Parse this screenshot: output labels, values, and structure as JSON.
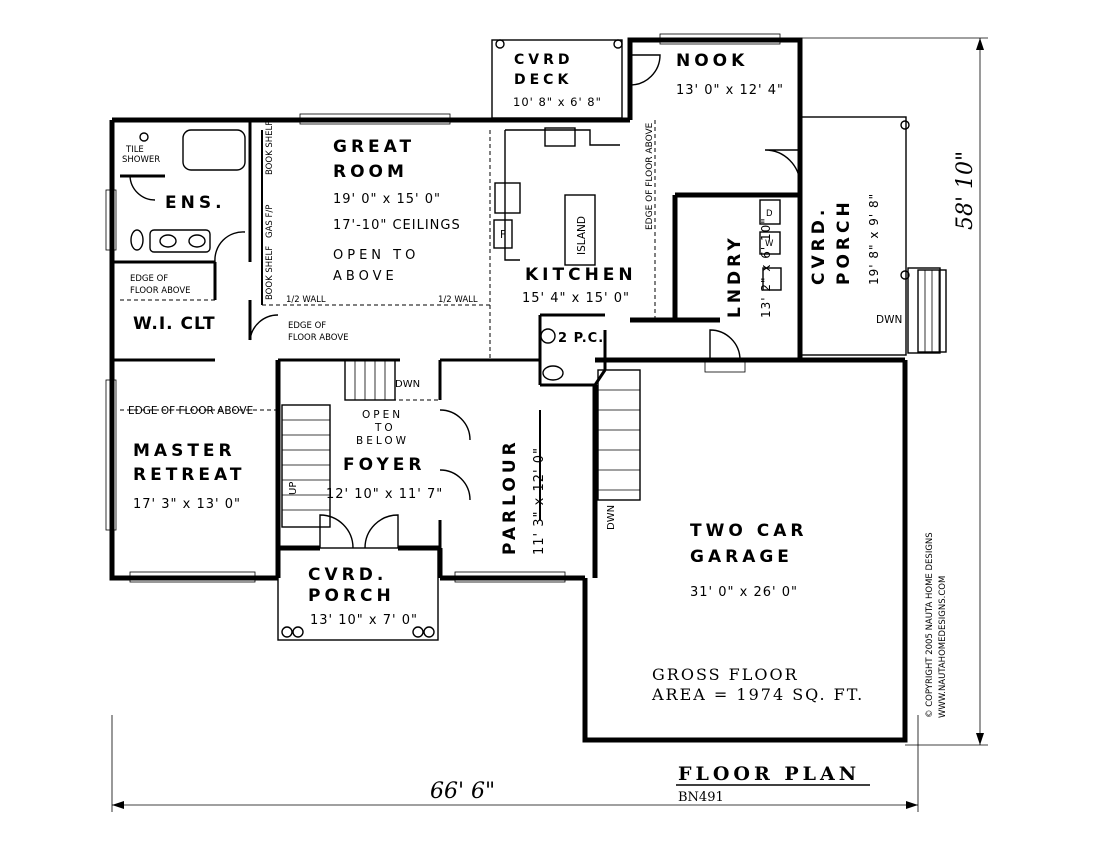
{
  "rooms": {
    "cvrd_deck": {
      "name_1": "CVRD",
      "name_2": "DECK",
      "size": "10' 8\" x 6' 8\""
    },
    "nook": {
      "name": "NOOK",
      "size": "13' 0\" x 12' 4\""
    },
    "great_room": {
      "name_1": "GREAT",
      "name_2": "ROOM",
      "size": "19' 0\" x 15' 0\"",
      "ceilings": "17'-10\" CEILINGS",
      "note_1": "OPEN TO",
      "note_2": "ABOVE"
    },
    "kitchen": {
      "name": "KITCHEN",
      "size": "15' 4\" x 15' 0\""
    },
    "island": "ISLAND",
    "ens": "ENS.",
    "tile_shower_1": "TILE",
    "tile_shower_2": "SHOWER",
    "wi_clt": "W.I. CLT",
    "master": {
      "name_1": "MASTER",
      "name_2": "RETREAT",
      "size": "17' 3\" x 13' 0\""
    },
    "foyer": {
      "name": "FOYER",
      "size": "12' 10\" x 11' 7\"",
      "open_1": "OPEN",
      "open_2": "TO",
      "open_3": "BELOW"
    },
    "parlour": {
      "name": "PARLOUR",
      "size": "11' 3\" x 12' 0\""
    },
    "garage": {
      "name_1": "TWO CAR",
      "name_2": "GARAGE",
      "size": "31' 0\" x 26' 0\""
    },
    "front_porch": {
      "name_1": "CVRD.",
      "name_2": "PORCH",
      "size": "13' 10\" x 7' 0\""
    },
    "side_porch": {
      "name_1": "CVRD.",
      "name_2": "PORCH",
      "size": "19' 8\" x 9' 8\""
    },
    "laundry": {
      "name": "LNDRY",
      "size": "13' 2\" x 6' 10\""
    },
    "powder": "2 P.C."
  },
  "labels": {
    "edge_floor_above_1": "EDGE OF",
    "edge_floor_above_2": "FLOOR ABOVE",
    "edge_floor_above_long": "EDGE OF FLOOR ABOVE",
    "edge_floor_above_kitchen": "EDGE OF FLOOR ABOVE",
    "half_wall": "1/2 WALL",
    "book_shelf": "BOOK SHELF",
    "gas_fp": "GAS F/P",
    "up": "UP",
    "dwn": "DWN",
    "fridge": "F",
    "washer": "W",
    "dryer": "D"
  },
  "dimensions": {
    "width": "66' 6\"",
    "depth": "58' 10\""
  },
  "gross_floor": {
    "line_1": "GROSS FLOOR",
    "line_2": "AREA = 1974 SQ. FT."
  },
  "title": {
    "main": "FLOOR PLAN",
    "code": "BN491"
  },
  "copyright": {
    "line_1": "© COPYRIGHT 2005 NAUTA HOME DESIGNS",
    "line_2": "WWW.NAUTAHOMEDESIGNS.COM"
  }
}
